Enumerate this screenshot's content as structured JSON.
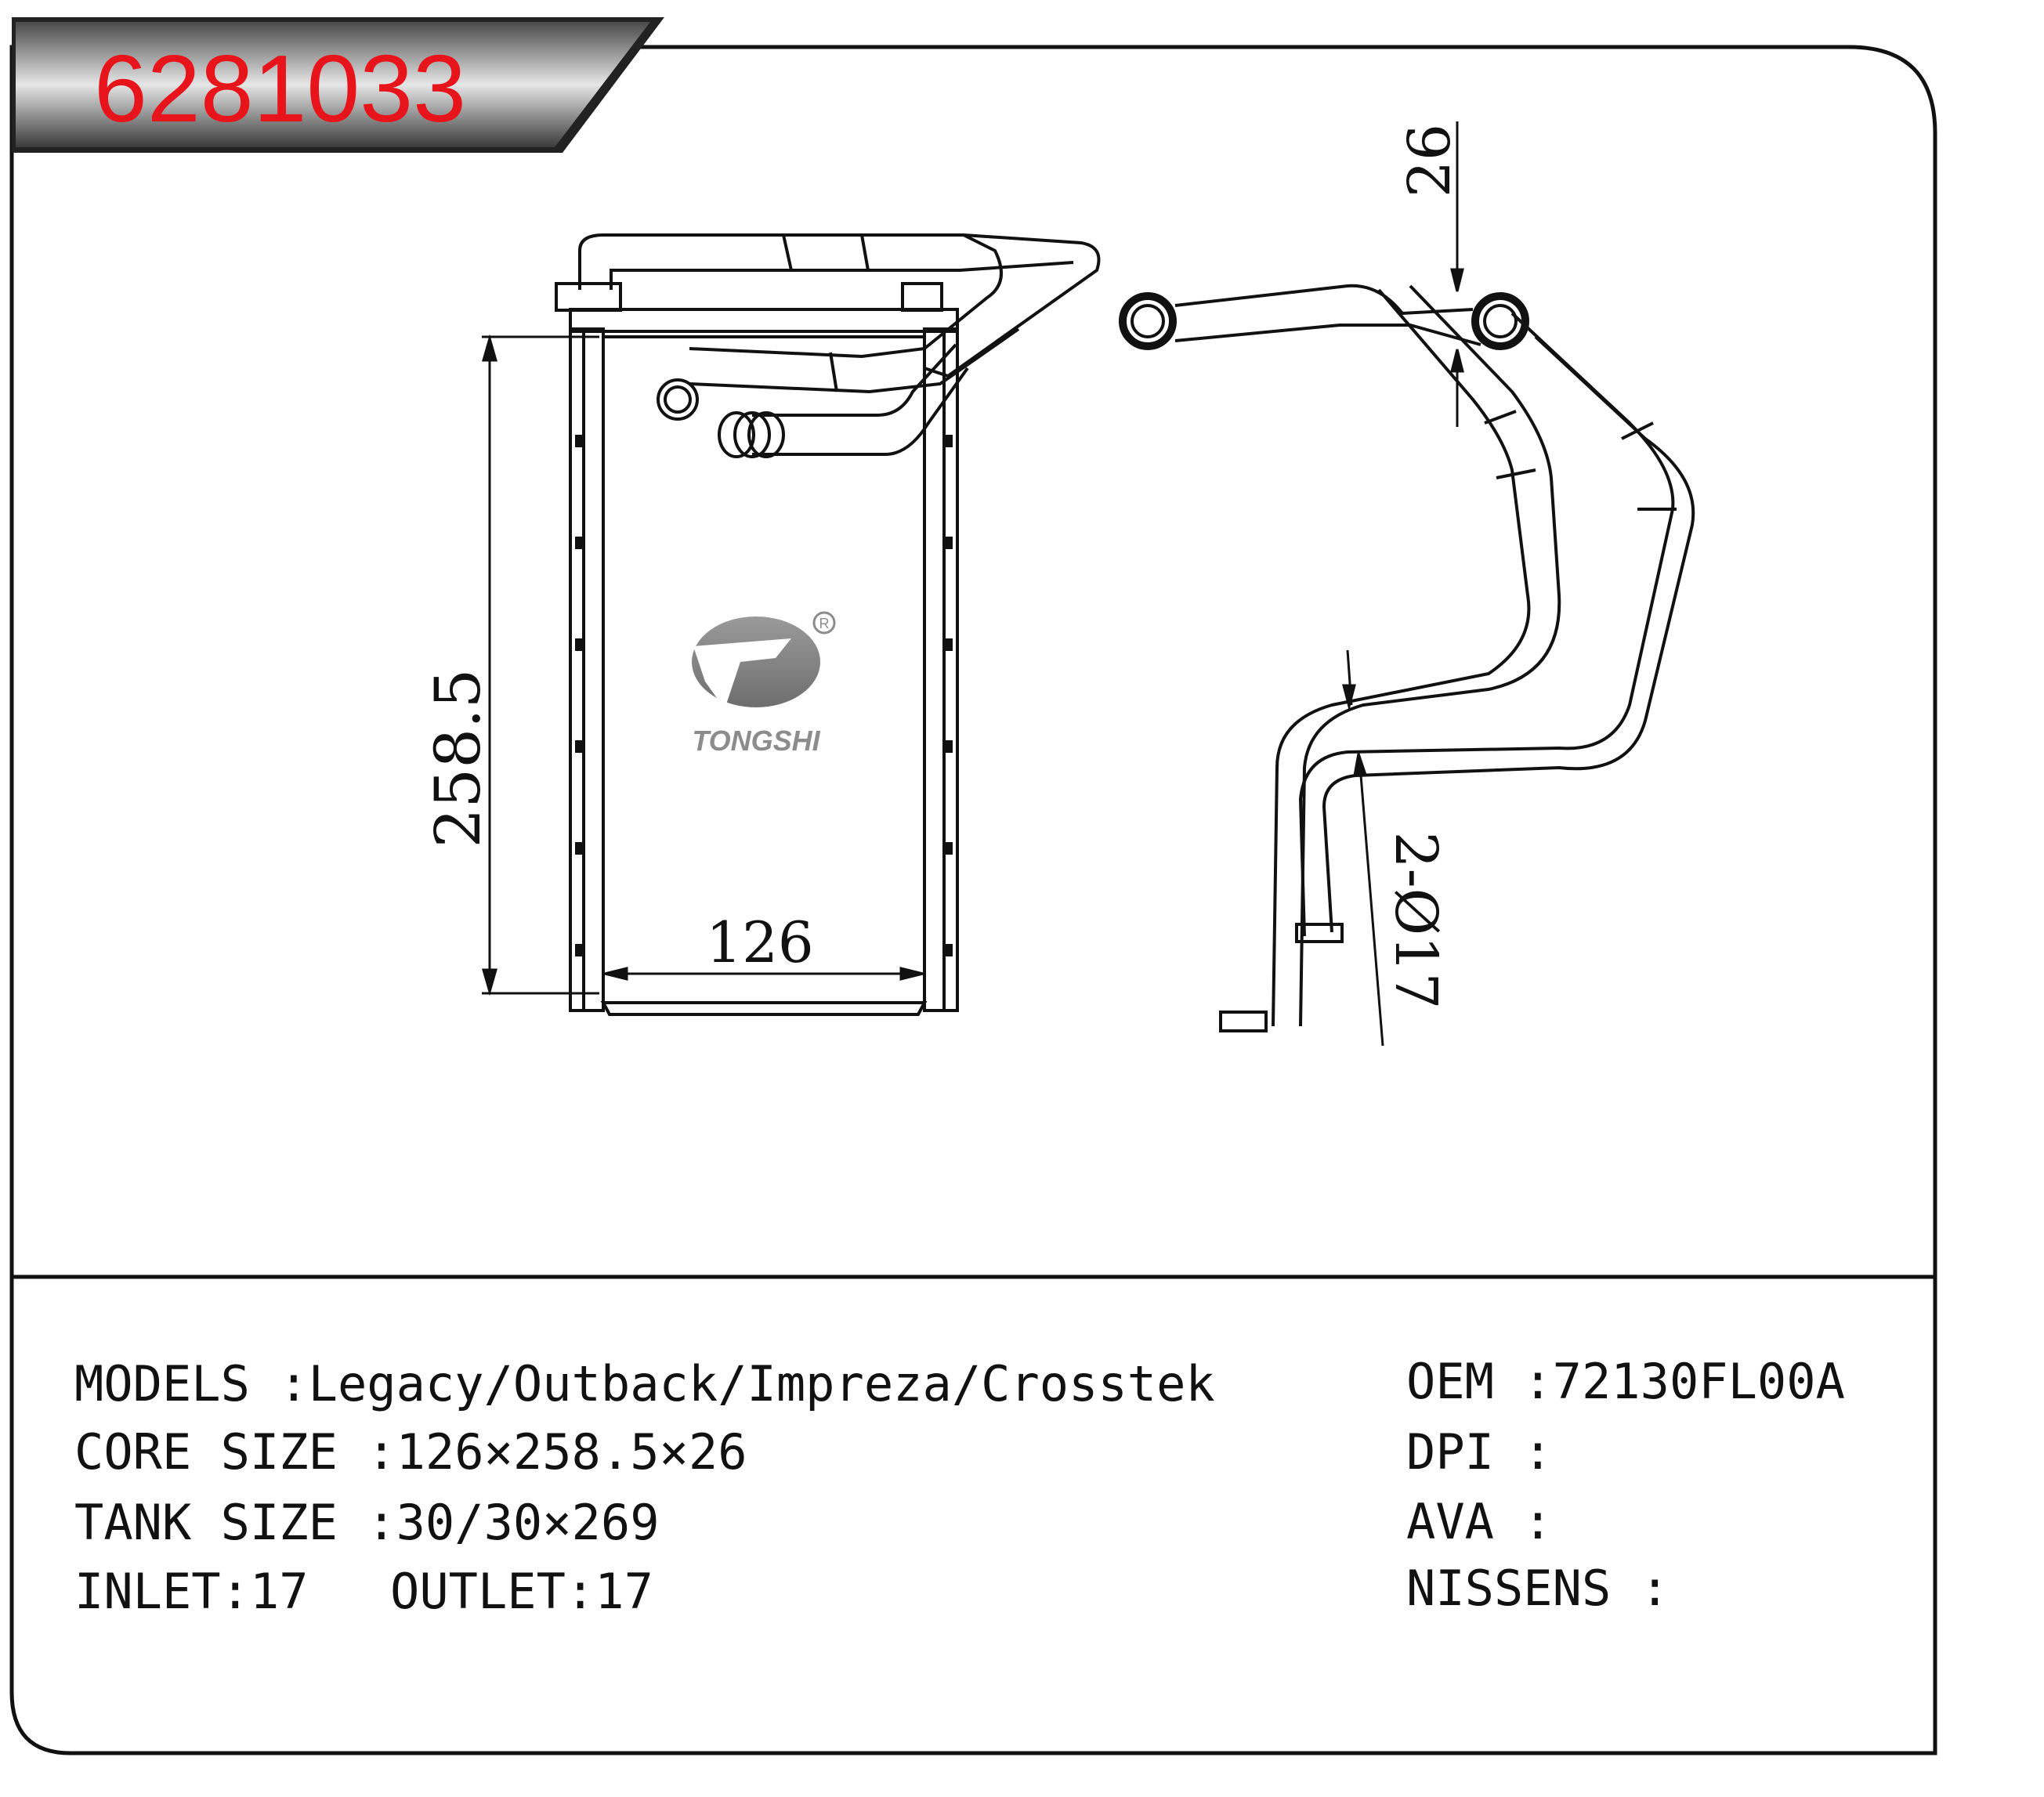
{
  "part_number": "6281033",
  "colors": {
    "part_number_text": "#e8141b",
    "banner_fill": "#2b2b2b",
    "line": "#111111",
    "logo_gray": "#8c8c8c"
  },
  "brand": {
    "name": "TONGSHI",
    "registered_mark": "R"
  },
  "dimensions": {
    "height_label": "258.5",
    "width_label": "126",
    "depth_label": "26",
    "pipe_label": "2-Ø17"
  },
  "specs": {
    "models": "MODELS :Legacy/Outback/Impreza/Crosstek",
    "core_size": "CORE SIZE :126×258.5×26",
    "tank_size": "TANK SIZE :30/30×269",
    "inlet": "INLET:17",
    "outlet": "OUTLET:17",
    "oem": "OEM :72130FL00A",
    "dpi": "DPI :",
    "ava": "AVA :",
    "nissens": "NISSENS :"
  }
}
